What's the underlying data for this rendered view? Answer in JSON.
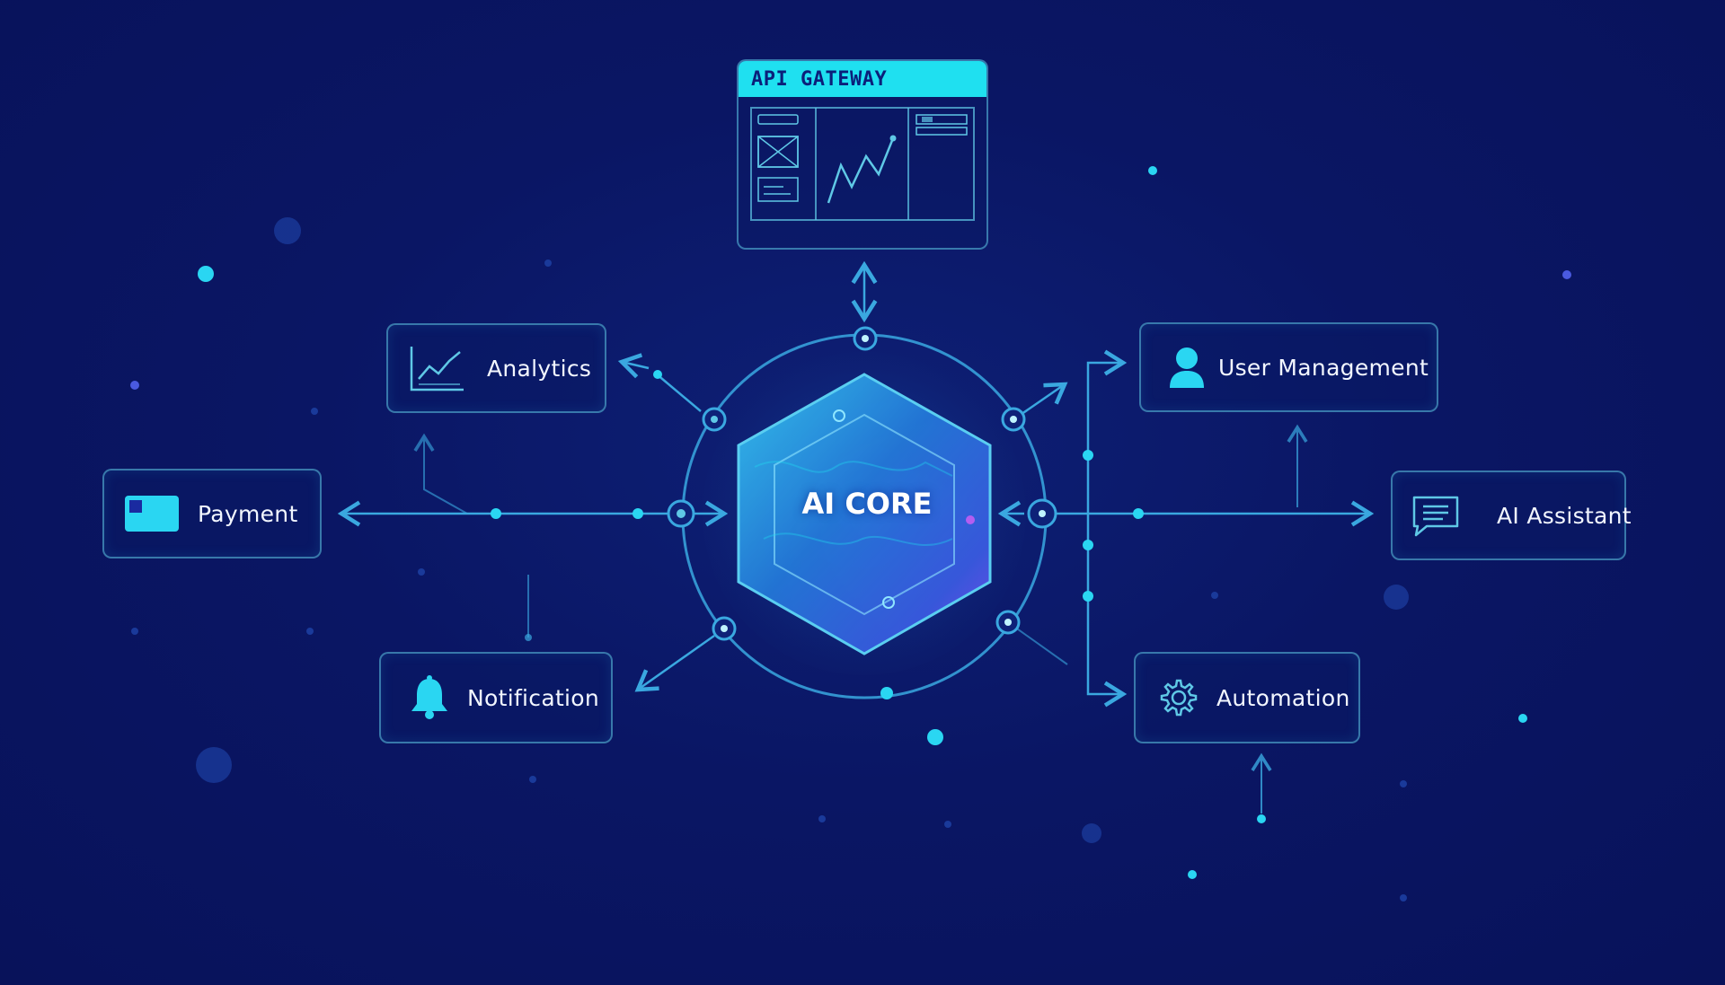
{
  "core": {
    "label": "AI CORE"
  },
  "gateway": {
    "label": "API GATEWAY"
  },
  "nodes": {
    "analytics": {
      "label": "Analytics",
      "icon": "line-chart-icon"
    },
    "payment": {
      "label": "Payment",
      "icon": "credit-card-icon"
    },
    "notification": {
      "label": "Notification",
      "icon": "bell-icon"
    },
    "user_management": {
      "label": "User Management",
      "icon": "user-icon"
    },
    "ai_assistant": {
      "label": "AI Assistant",
      "icon": "chat-bubble-icon"
    },
    "automation": {
      "label": "Automation",
      "icon": "gear-icon"
    }
  },
  "colors": {
    "background": "#0a1560",
    "accent": "#1fe0f0",
    "line": "#3aa8e0",
    "box_border": "#5fc8e6",
    "text": "#f2f6ff",
    "core_purple": "#7a4df0"
  }
}
